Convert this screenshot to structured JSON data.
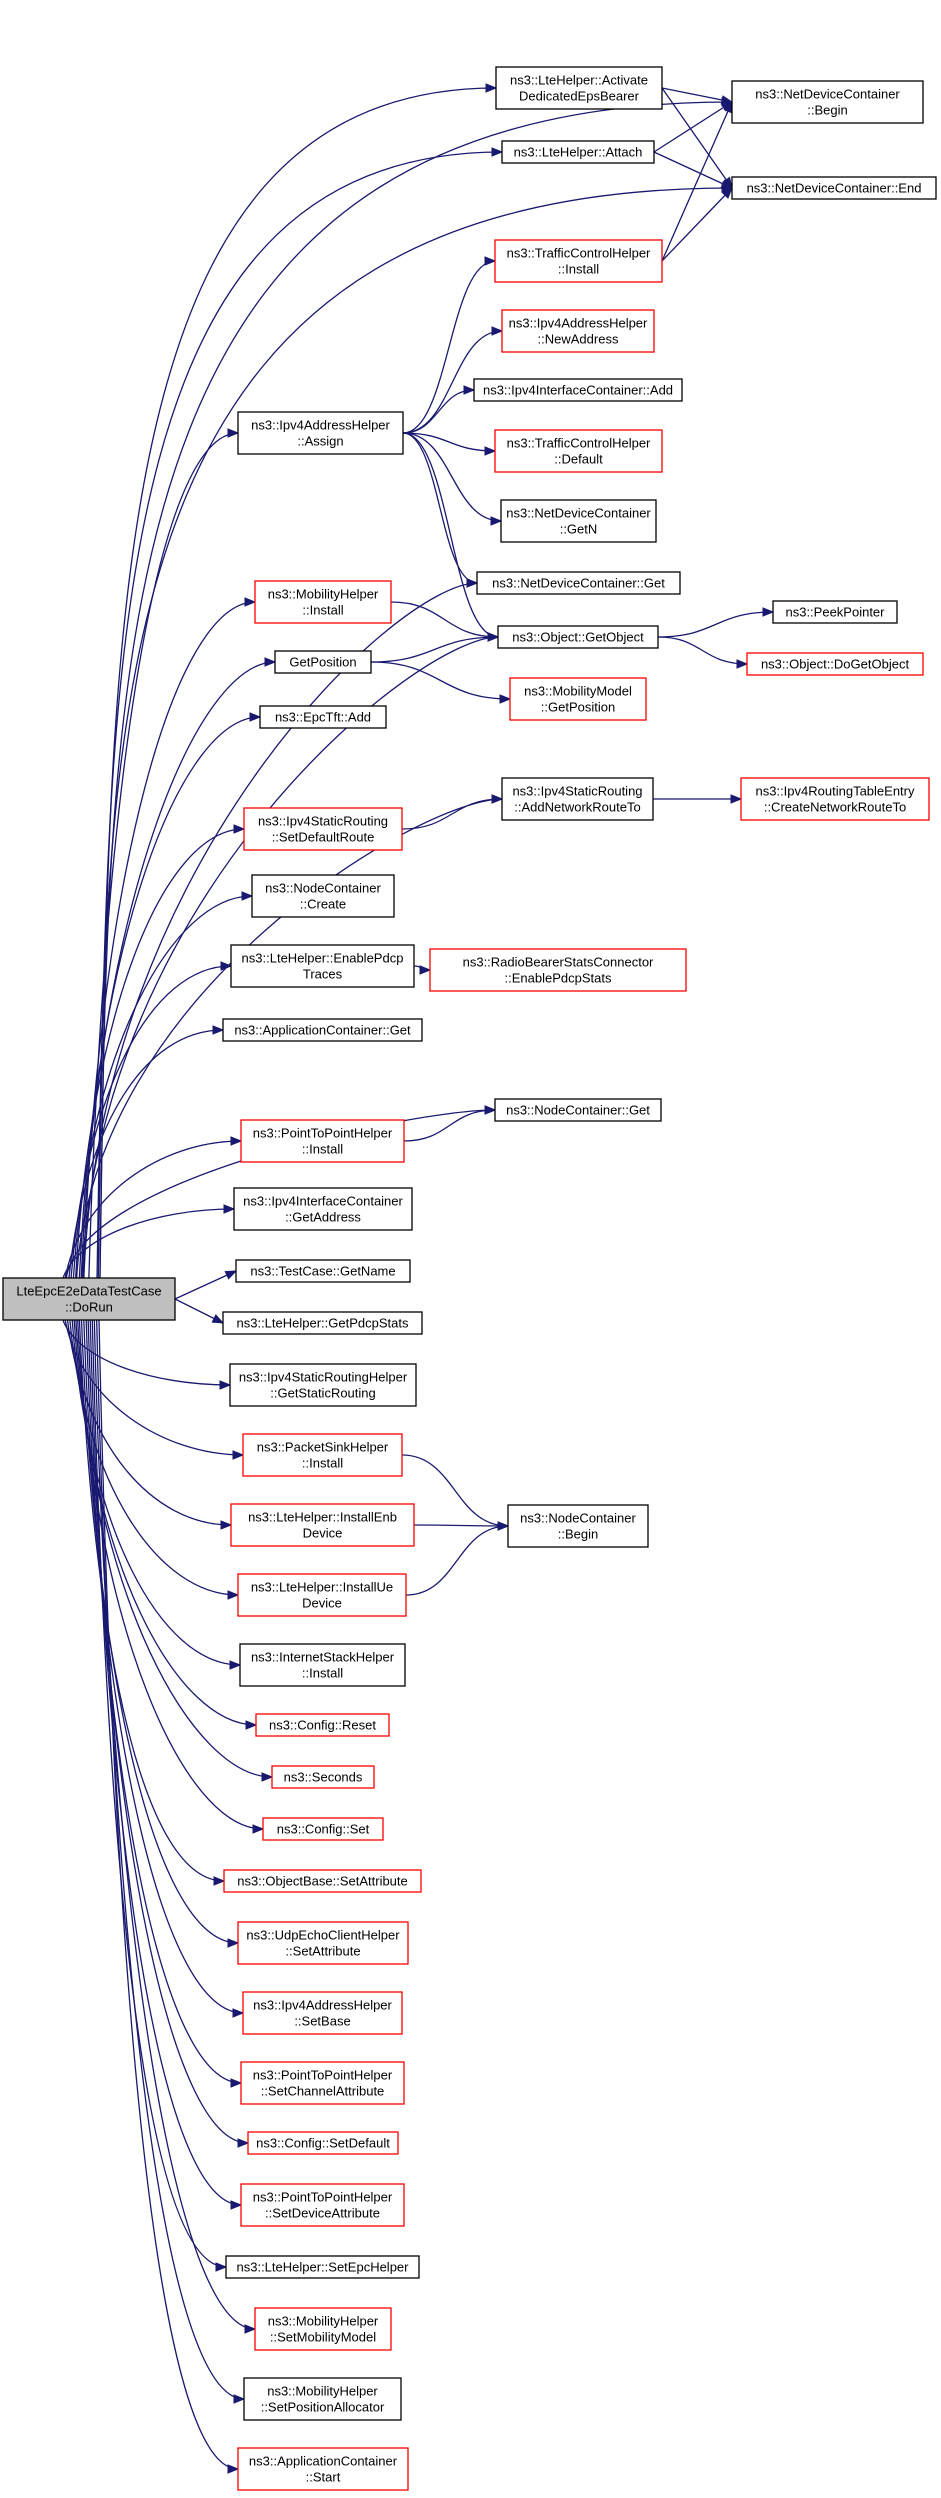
{
  "colors": {
    "edge": "#191970",
    "external_border": "#ff0000",
    "node_border": "#000000",
    "root_fill": "#bfbfbf"
  },
  "nodes": [
    {
      "id": "root",
      "lines": [
        "LteEpcE2eDataTestCase",
        "::DoRun"
      ],
      "kind": "root"
    },
    {
      "id": "activate",
      "lines": [
        "ns3::LteHelper::Activate",
        "DedicatedEpsBearer"
      ],
      "kind": "normal"
    },
    {
      "id": "attach",
      "lines": [
        "ns3::LteHelper::Attach"
      ],
      "kind": "normal"
    },
    {
      "id": "ndcbegin",
      "lines": [
        "ns3::NetDeviceContainer",
        "::Begin"
      ],
      "kind": "normal"
    },
    {
      "id": "ndcend",
      "lines": [
        "ns3::NetDeviceContainer::End"
      ],
      "kind": "normal"
    },
    {
      "id": "tchinstall",
      "lines": [
        "ns3::TrafficControlHelper",
        "::Install"
      ],
      "kind": "red"
    },
    {
      "id": "newaddr",
      "lines": [
        "ns3::Ipv4AddressHelper",
        "::NewAddress"
      ],
      "kind": "red"
    },
    {
      "id": "ipv4assign",
      "lines": [
        "ns3::Ipv4AddressHelper",
        "::Assign"
      ],
      "kind": "normal"
    },
    {
      "id": "iicadd",
      "lines": [
        "ns3::Ipv4InterfaceContainer::Add"
      ],
      "kind": "normal"
    },
    {
      "id": "tchdefault",
      "lines": [
        "ns3::TrafficControlHelper",
        "::Default"
      ],
      "kind": "red"
    },
    {
      "id": "ndcgetn",
      "lines": [
        "ns3::NetDeviceContainer",
        "::GetN"
      ],
      "kind": "normal"
    },
    {
      "id": "ndcget",
      "lines": [
        "ns3::NetDeviceContainer::Get"
      ],
      "kind": "normal"
    },
    {
      "id": "mobinstall",
      "lines": [
        "ns3::MobilityHelper",
        "::Install"
      ],
      "kind": "red"
    },
    {
      "id": "getobject",
      "lines": [
        "ns3::Object::GetObject"
      ],
      "kind": "normal"
    },
    {
      "id": "peekpointer",
      "lines": [
        "ns3::PeekPointer"
      ],
      "kind": "normal"
    },
    {
      "id": "dogetobject",
      "lines": [
        "ns3::Object::DoGetObject"
      ],
      "kind": "red"
    },
    {
      "id": "getposition",
      "lines": [
        "GetPosition"
      ],
      "kind": "normal"
    },
    {
      "id": "mmgetpos",
      "lines": [
        "ns3::MobilityModel",
        "::GetPosition"
      ],
      "kind": "red"
    },
    {
      "id": "epctftadd",
      "lines": [
        "ns3::EpcTft::Add"
      ],
      "kind": "normal"
    },
    {
      "id": "setdefroute",
      "lines": [
        "ns3::Ipv4StaticRouting",
        "::SetDefaultRoute"
      ],
      "kind": "red"
    },
    {
      "id": "addnetroute",
      "lines": [
        "ns3::Ipv4StaticRouting",
        "::AddNetworkRouteTo"
      ],
      "kind": "normal"
    },
    {
      "id": "createnetroute",
      "lines": [
        "ns3::Ipv4RoutingTableEntry",
        "::CreateNetworkRouteTo"
      ],
      "kind": "red"
    },
    {
      "id": "nccreate",
      "lines": [
        "ns3::NodeContainer",
        "::Create"
      ],
      "kind": "normal"
    },
    {
      "id": "enablepdcp",
      "lines": [
        "ns3::LteHelper::EnablePdcp",
        "Traces"
      ],
      "kind": "normal"
    },
    {
      "id": "rbsconn",
      "lines": [
        "ns3::RadioBearerStatsConnector",
        "::EnablePdcpStats"
      ],
      "kind": "red"
    },
    {
      "id": "appget",
      "lines": [
        "ns3::ApplicationContainer::Get"
      ],
      "kind": "normal"
    },
    {
      "id": "p2pinstall",
      "lines": [
        "ns3::PointToPointHelper",
        "::Install"
      ],
      "kind": "red"
    },
    {
      "id": "ncget",
      "lines": [
        "ns3::NodeContainer::Get"
      ],
      "kind": "normal"
    },
    {
      "id": "iicgetaddr",
      "lines": [
        "ns3::Ipv4InterfaceContainer",
        "::GetAddress"
      ],
      "kind": "normal"
    },
    {
      "id": "tcgetname",
      "lines": [
        "ns3::TestCase::GetName"
      ],
      "kind": "normal"
    },
    {
      "id": "getpdcpstats",
      "lines": [
        "ns3::LteHelper::GetPdcpStats"
      ],
      "kind": "normal"
    },
    {
      "id": "getstaticrouting",
      "lines": [
        "ns3::Ipv4StaticRoutingHelper",
        "::GetStaticRouting"
      ],
      "kind": "normal"
    },
    {
      "id": "psinstall",
      "lines": [
        "ns3::PacketSinkHelper",
        "::Install"
      ],
      "kind": "red"
    },
    {
      "id": "installenb",
      "lines": [
        "ns3::LteHelper::InstallEnb",
        "Device"
      ],
      "kind": "red"
    },
    {
      "id": "ncbegin",
      "lines": [
        "ns3::NodeContainer",
        "::Begin"
      ],
      "kind": "normal"
    },
    {
      "id": "installue",
      "lines": [
        "ns3::LteHelper::InstallUe",
        "Device"
      ],
      "kind": "red"
    },
    {
      "id": "ishinstall",
      "lines": [
        "ns3::InternetStackHelper",
        "::Install"
      ],
      "kind": "normal"
    },
    {
      "id": "cfgreset",
      "lines": [
        "ns3::Config::Reset"
      ],
      "kind": "red"
    },
    {
      "id": "seconds",
      "lines": [
        "ns3::Seconds"
      ],
      "kind": "red"
    },
    {
      "id": "cfgset",
      "lines": [
        "ns3::Config::Set"
      ],
      "kind": "red"
    },
    {
      "id": "obsetattr",
      "lines": [
        "ns3::ObjectBase::SetAttribute"
      ],
      "kind": "red"
    },
    {
      "id": "uecsetattr",
      "lines": [
        "ns3::UdpEchoClientHelper",
        "::SetAttribute"
      ],
      "kind": "red"
    },
    {
      "id": "iahsetbase",
      "lines": [
        "ns3::Ipv4AddressHelper",
        "::SetBase"
      ],
      "kind": "red"
    },
    {
      "id": "p2psetchan",
      "lines": [
        "ns3::PointToPointHelper",
        "::SetChannelAttribute"
      ],
      "kind": "red"
    },
    {
      "id": "cfgsetdef",
      "lines": [
        "ns3::Config::SetDefault"
      ],
      "kind": "red"
    },
    {
      "id": "p2psetdev",
      "lines": [
        "ns3::PointToPointHelper",
        "::SetDeviceAttribute"
      ],
      "kind": "red"
    },
    {
      "id": "setepchelper",
      "lines": [
        "ns3::LteHelper::SetEpcHelper"
      ],
      "kind": "normal"
    },
    {
      "id": "setmobmodel",
      "lines": [
        "ns3::MobilityHelper",
        "::SetMobilityModel"
      ],
      "kind": "red"
    },
    {
      "id": "setposalloc",
      "lines": [
        "ns3::MobilityHelper",
        "::SetPositionAllocator"
      ],
      "kind": "normal"
    },
    {
      "id": "appstart",
      "lines": [
        "ns3::ApplicationContainer",
        "::Start"
      ],
      "kind": "red"
    }
  ]
}
